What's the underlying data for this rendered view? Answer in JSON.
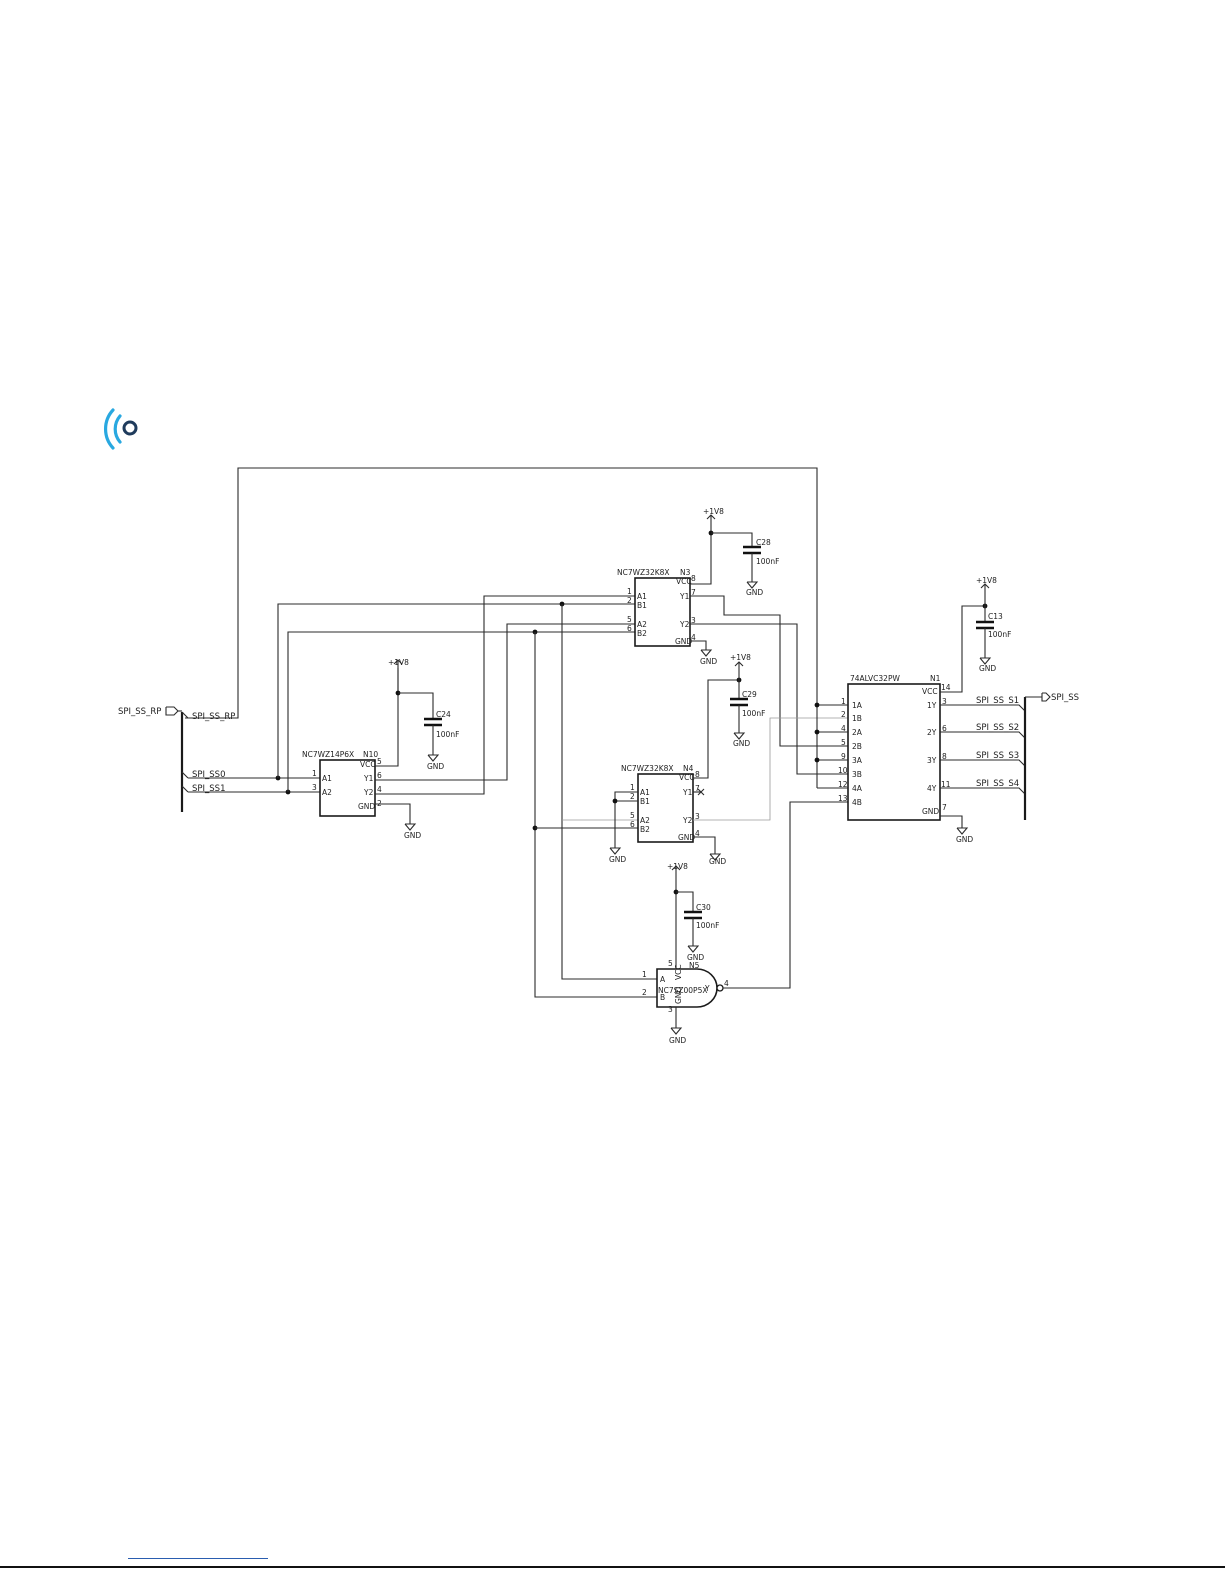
{
  "logo": {
    "icon": "signal-waves-icon",
    "colors": {
      "arc": "#29a8e0",
      "ring": "#1f3b5c"
    }
  },
  "chips": {
    "n10": {
      "part": "NC7WZ14P6X",
      "ref": "N10",
      "pins": [
        "A1",
        "A2",
        "VCC",
        "Y1",
        "Y2",
        "GND"
      ],
      "nums": [
        "1",
        "3",
        "5",
        "6",
        "4",
        "2"
      ]
    },
    "n3": {
      "part": "NC7WZ32K8X",
      "ref": "N3",
      "pins": [
        "A1",
        "B1",
        "A2",
        "B2",
        "VCC",
        "Y1",
        "Y2",
        "GND"
      ],
      "nums": [
        "1",
        "2",
        "5",
        "6",
        "8",
        "7",
        "3",
        "4"
      ]
    },
    "n4": {
      "part": "NC7WZ32K8X",
      "ref": "N4",
      "pins": [
        "A1",
        "B1",
        "A2",
        "B2",
        "VCC",
        "Y1",
        "Y2",
        "GND"
      ],
      "nums": [
        "1",
        "2",
        "5",
        "6",
        "8",
        "7",
        "3",
        "4"
      ]
    },
    "n5": {
      "part": "NC7SZ00P5X",
      "ref": "N5",
      "pins": [
        "A",
        "B",
        "Y",
        "VCC",
        "GND"
      ],
      "nums": [
        "1",
        "2",
        "4",
        "5",
        "3"
      ]
    },
    "n1": {
      "part": "74ALVC32PW",
      "ref": "N1",
      "left_pins": [
        "1A",
        "1B",
        "2A",
        "2B",
        "3A",
        "3B",
        "4A",
        "4B"
      ],
      "left_nums": [
        "1",
        "2",
        "4",
        "5",
        "9",
        "10",
        "12",
        "13"
      ],
      "right_pins": [
        "VCC",
        "1Y",
        "2Y",
        "3Y",
        "4Y",
        "GND"
      ],
      "right_nums": [
        "14",
        "3",
        "6",
        "8",
        "11",
        "7"
      ]
    }
  },
  "caps": {
    "c28": {
      "ref": "C28",
      "value": "100nF"
    },
    "c24": {
      "ref": "C24",
      "value": "100nF"
    },
    "c29": {
      "ref": "C29",
      "value": "100nF"
    },
    "c13": {
      "ref": "C13",
      "value": "100nF"
    },
    "c30": {
      "ref": "C30",
      "value": "100nF"
    }
  },
  "power": {
    "rail": "+1V8",
    "ground": "GND"
  },
  "nets": {
    "spi_ss_rp_port": "SPI_SS_RP",
    "spi_ss_rp": "SPI_SS_RP",
    "spi_ss0": "SPI_SS0",
    "spi_ss1": "SPI_SS1",
    "spi_ss_port": "SPI_SS",
    "spi_ss_s1": "SPI_SS_S1",
    "spi_ss_s2": "SPI_SS_S2",
    "spi_ss_s3": "SPI_SS_S3",
    "spi_ss_s4": "SPI_SS_S4"
  }
}
